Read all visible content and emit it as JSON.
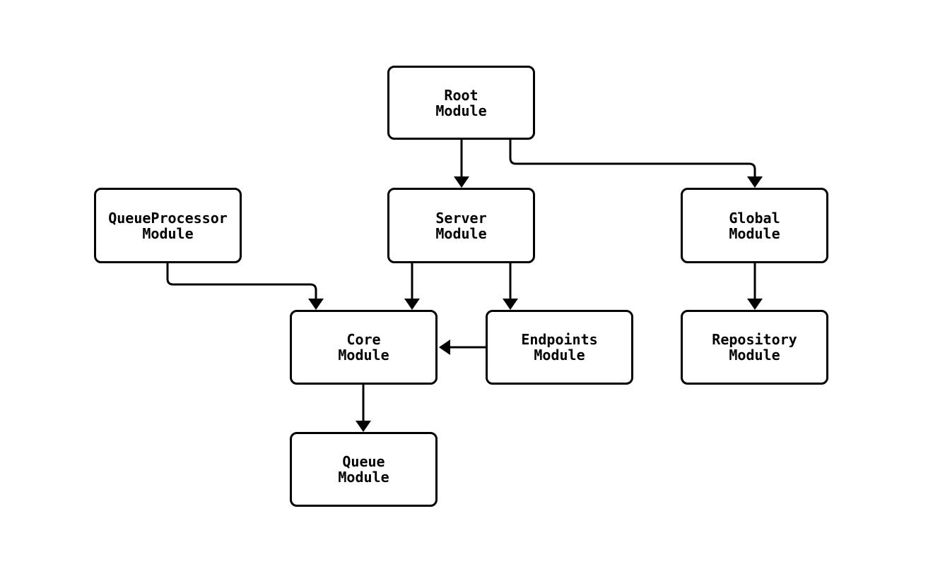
{
  "diagram": {
    "type": "dependency-graph",
    "colors": {
      "background": "#ffffff",
      "node_fill": "#ffffff",
      "node_stroke": "#000000",
      "edge_stroke": "#000000",
      "text": "#000000"
    },
    "nodes": [
      {
        "id": "root",
        "label": "Root\nModule"
      },
      {
        "id": "queueprocessor",
        "label": "QueueProcessor\nModule"
      },
      {
        "id": "server",
        "label": "Server\nModule"
      },
      {
        "id": "global",
        "label": "Global\nModule"
      },
      {
        "id": "core",
        "label": "Core\nModule"
      },
      {
        "id": "endpoints",
        "label": "Endpoints\nModule"
      },
      {
        "id": "repository",
        "label": "Repository\nModule"
      },
      {
        "id": "queue",
        "label": "Queue\nModule"
      }
    ],
    "edges": [
      {
        "from": "Root Module",
        "to": "Server Module"
      },
      {
        "from": "Root Module",
        "to": "Global Module"
      },
      {
        "from": "QueueProcessor Module",
        "to": "Core Module"
      },
      {
        "from": "Server Module",
        "to": "Core Module"
      },
      {
        "from": "Server Module",
        "to": "Endpoints Module"
      },
      {
        "from": "Endpoints Module",
        "to": "Core Module"
      },
      {
        "from": "Global Module",
        "to": "Repository Module"
      },
      {
        "from": "Core Module",
        "to": "Queue Module"
      }
    ]
  }
}
